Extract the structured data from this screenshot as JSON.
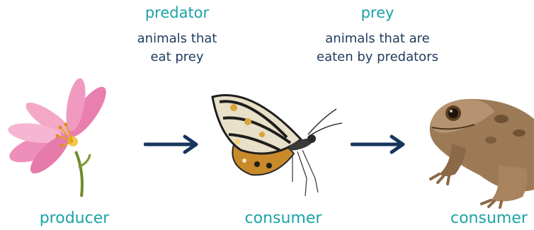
{
  "predator": {
    "title": "predator",
    "desc_line1": "animals that",
    "desc_line2": "eat prey"
  },
  "prey": {
    "title": "prey",
    "desc_line1": "animals that are",
    "desc_line2": "eaten by predators"
  },
  "labels": {
    "producer": "producer",
    "consumer_1": "consumer",
    "consumer_2": "consumer"
  },
  "icons": {
    "flower": "flower-icon",
    "butterfly": "butterfly-icon",
    "frog": "frog-icon",
    "arrow": "arrow-right-icon"
  },
  "colors": {
    "heading": "#1aa3a8",
    "text": "#1f3b5c",
    "arrow": "#16365c"
  }
}
